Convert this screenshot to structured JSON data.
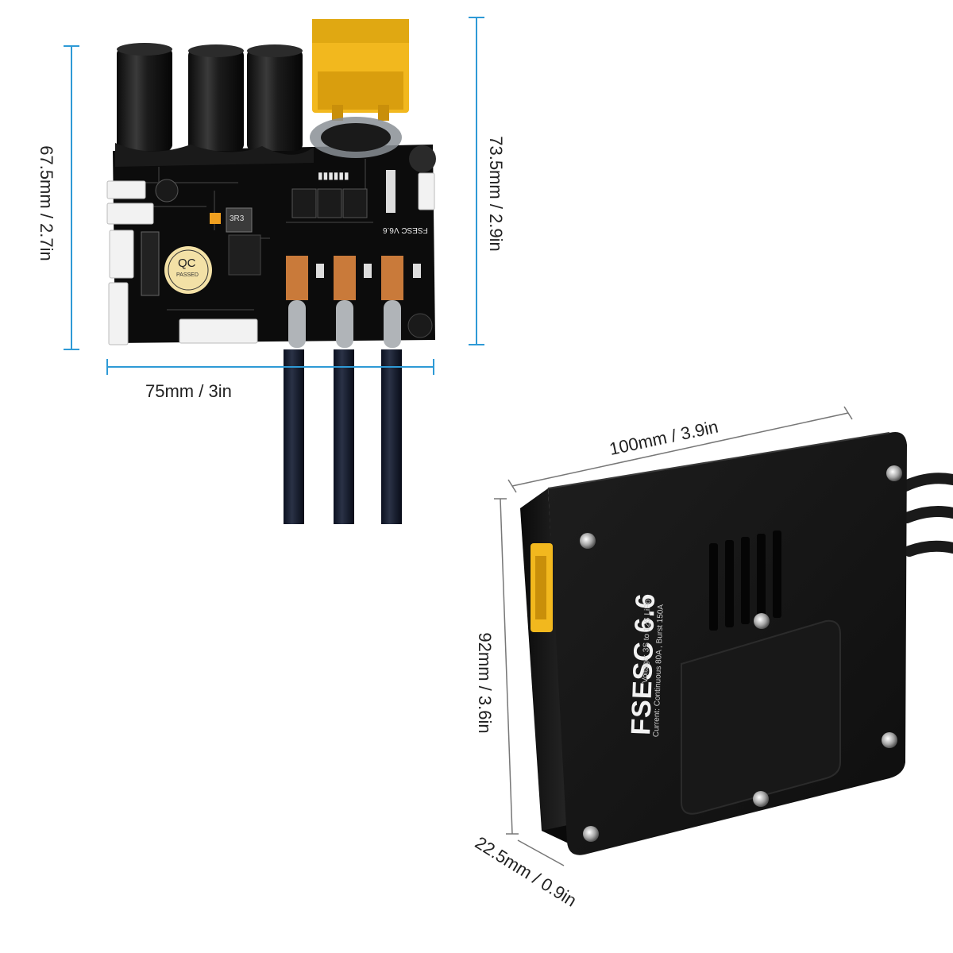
{
  "dimensions": {
    "pcb_height": "67.5mm / 2.7in",
    "pcb_height_with_connector": "73.5mm / 2.9in",
    "pcb_width": "75mm / 3in",
    "case_length": "100mm / 3.9in",
    "case_width": "92mm / 3.6in",
    "case_thickness": "22.5mm / 0.9in"
  },
  "pcb": {
    "qc_sticker": "QC",
    "qc_sticker_sub": "PASSED",
    "silkscreen": "FSESC V6.6",
    "inductor_mark": "3R3"
  },
  "case": {
    "title": "FSESC 6.6",
    "spec_voltage": "Voltage: 3S to 12S LiPo",
    "spec_current": "Current: Continuous 80A , Burst 150A"
  },
  "colors": {
    "dimension_line": "#2e9ad6",
    "case_body": "#141414",
    "connector_yellow": "#f2b81e",
    "wire": "#121826"
  }
}
